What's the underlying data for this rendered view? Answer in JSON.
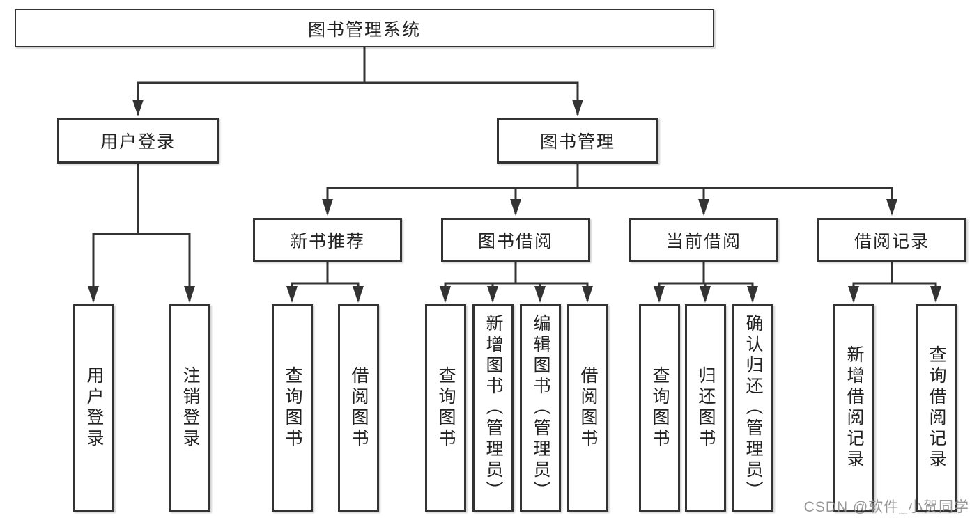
{
  "nodes": {
    "root": "图书管理系统",
    "level2": [
      "用户登录",
      "图书管理"
    ],
    "level3": [
      "新书推荐",
      "图书借阅",
      "当前借阅",
      "借阅记录"
    ],
    "leaves": [
      "用户登录",
      "注销登录",
      "查询图书",
      "借阅图书",
      "查询图书",
      "新增图书（管理员）",
      "编辑图书（管理员）",
      "借阅图书",
      "查询图书",
      "归还图书",
      "确认归还（管理员）",
      "新增借阅记录",
      "查询借阅记录"
    ]
  },
  "watermark": "CSDN @软件_小贺同学",
  "colors": {
    "line": "#333333",
    "box_border": "#333333",
    "text": "#222222",
    "watermark": "#8c8c8c",
    "background": "#ffffff"
  }
}
